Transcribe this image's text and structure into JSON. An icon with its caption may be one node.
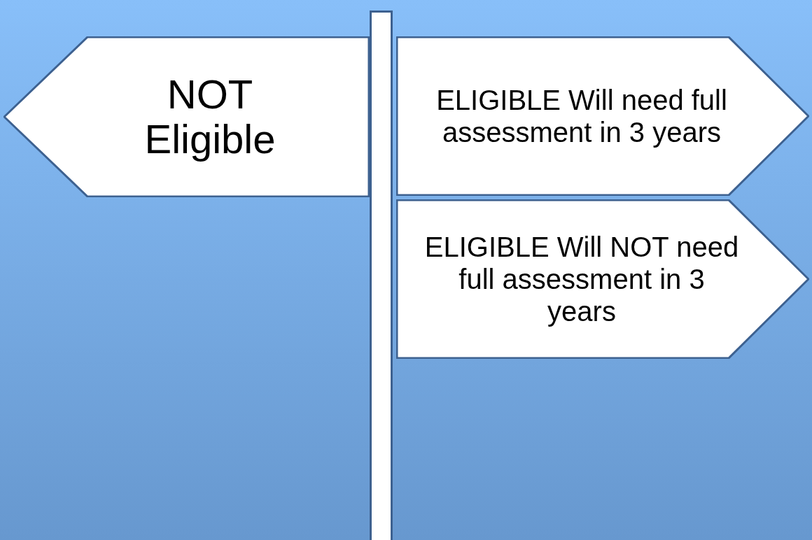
{
  "diagram": {
    "nodes": [
      {
        "text": [
          "NOT Eligible"
        ]
      },
      {
        "text": [
          "ELIGIBLE Will need full assessment in 3 years"
        ]
      },
      {
        "text": [
          "ELIGIBLE Will NOT need full assessment in 3 years"
        ]
      },
      {
        "text": [],
        "shape": "bar"
      }
    ]
  }
}
